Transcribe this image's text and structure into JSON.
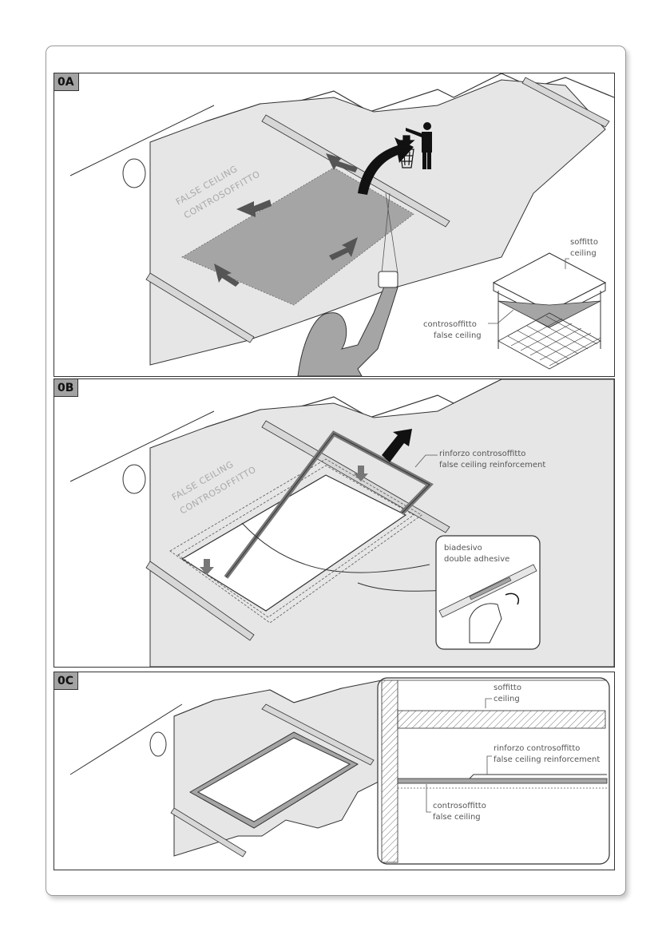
{
  "steps": {
    "a": {
      "tag": "0A"
    },
    "b": {
      "tag": "0B"
    },
    "c": {
      "tag": "0C"
    }
  },
  "labels": {
    "false_ceiling_en": "FALSE CEILING",
    "false_ceiling_it": "CONTROSOFFITTO",
    "soffitto": "soffitto",
    "ceiling": "ceiling",
    "controsoffitto": "controsoffitto",
    "false_ceiling": "false ceiling",
    "rinforzo": "rinforzo controsoffitto",
    "reinforcement": "false ceiling reinforcement",
    "biadesivo": "biadesivo",
    "double_adhesive": "double adhesive"
  },
  "colors": {
    "surface": "#e6e6e6",
    "panel": "#a5a5a5",
    "line": "#333333",
    "frame": "#9a9a9a"
  }
}
